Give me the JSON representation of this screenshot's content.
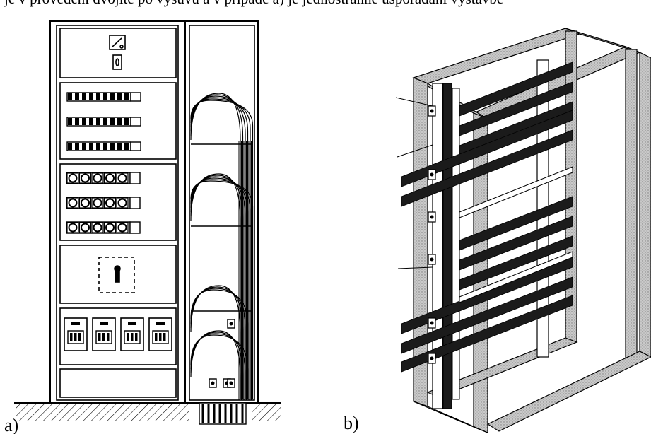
{
  "header_text_fragment": "je v provedení dvojité po výsuvu a v případě a) je jednostranné uspořádání výstavbě",
  "panels": {
    "a": {
      "label": "a)"
    },
    "b": {
      "label": "b)"
    }
  },
  "colors": {
    "ink": "#000000",
    "paper": "#ffffff",
    "hatch_gray": "#8a8a8a",
    "frame_gray": "#b5b5b5",
    "rail_dark": "#1b1b1b"
  },
  "icons": {
    "meter": "gauge-icon",
    "switch_handle": "rotary-switch-icon",
    "fuse": "fuse-icon",
    "breaker": "circuit-breaker-icon"
  }
}
